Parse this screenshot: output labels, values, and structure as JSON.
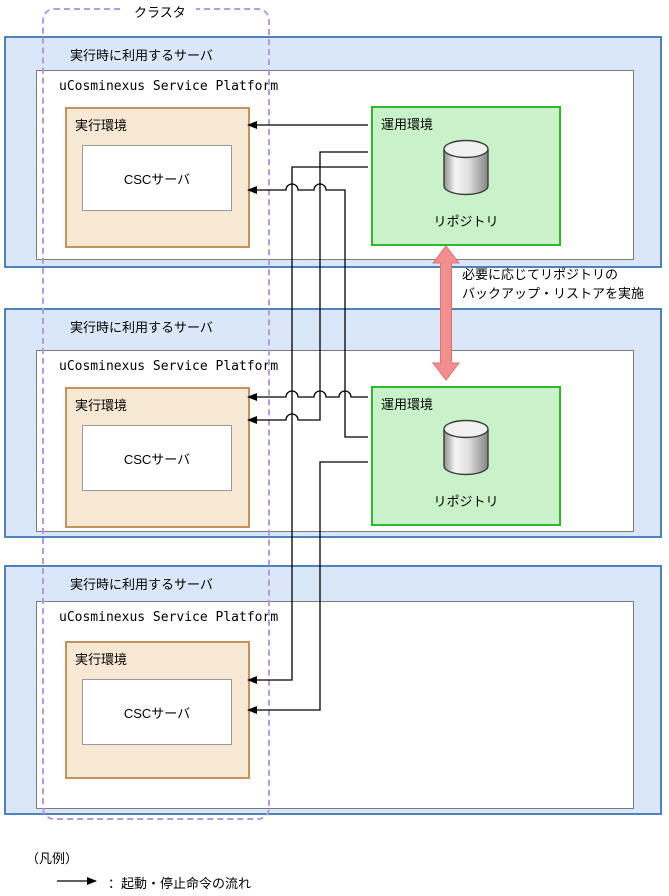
{
  "cluster_label": "クラスタ",
  "servers": [
    {
      "title": "実行時に利用するサーバ",
      "platform": "uCosminexus Service Platform",
      "exec_label": "実行環境",
      "csc_label": "CSCサーバ",
      "ops_label": "運用環境",
      "repo_label": "リポジトリ"
    },
    {
      "title": "実行時に利用するサーバ",
      "platform": "uCosminexus Service Platform",
      "exec_label": "実行環境",
      "csc_label": "CSCサーバ",
      "ops_label": "運用環境",
      "repo_label": "リポジトリ"
    },
    {
      "title": "実行時に利用するサーバ",
      "platform": "uCosminexus Service Platform",
      "exec_label": "実行環境",
      "csc_label": "CSCサーバ"
    }
  ],
  "annotation": {
    "line1": "必要に応じてリポジトリの",
    "line2": "バックアップ・リストアを実施"
  },
  "legend": {
    "heading": "（凡例）",
    "flow_label": "：起動・停止命令の流れ"
  },
  "colors": {
    "server_fill": "#d9e7f8",
    "server_border": "#4f81bd",
    "exec_fill": "#f7e8d3",
    "exec_border": "#c2945c",
    "ops_fill": "#c9f2c9",
    "ops_border": "#2eb82e",
    "cluster_border": "#b49ae0",
    "backup_arrow": "#f18f8f",
    "flow_line": "#000000"
  }
}
